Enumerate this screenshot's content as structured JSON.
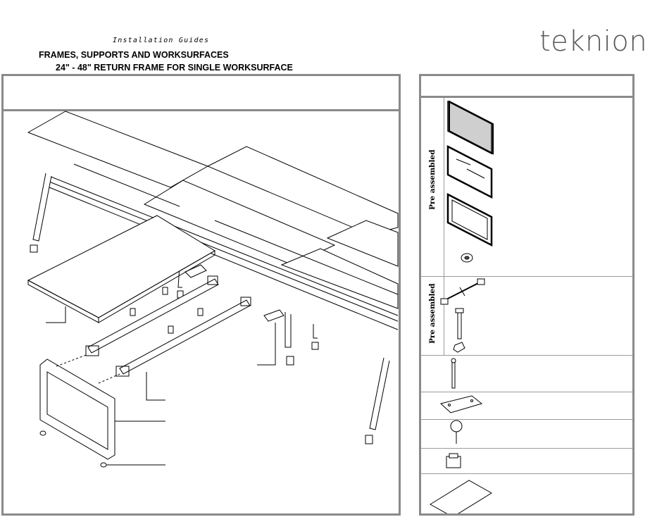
{
  "header": {
    "guide_label": "Installation Guides",
    "title_line1": "FRAMES, SUPPORTS AND WORKSURFACES",
    "title_line2": "24\" - 48\" RETURN FRAME FOR SINGLE WORKSURFACE",
    "brand": "teknion"
  },
  "parts": {
    "group_label_1": "Pre assembled",
    "group_label_2": "Pre assembled"
  },
  "colors": {
    "border": "#8a8a8a",
    "brand": "#5a5a5a"
  }
}
